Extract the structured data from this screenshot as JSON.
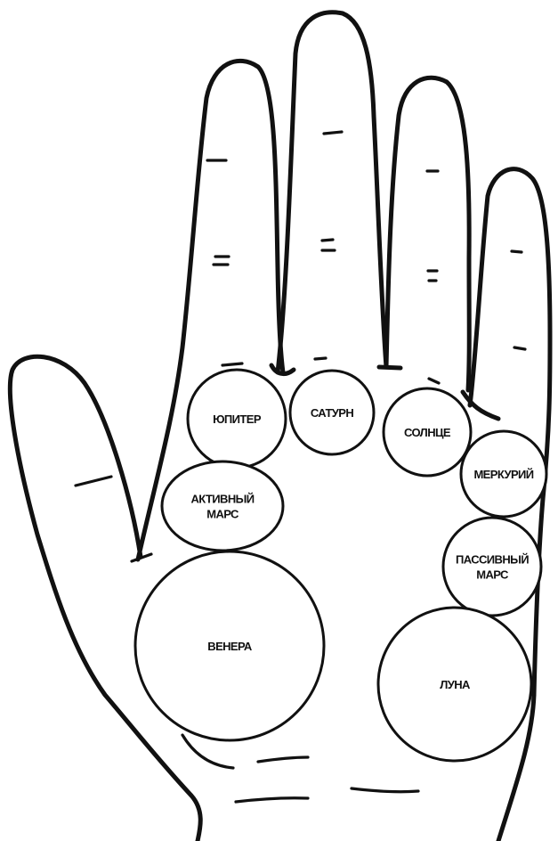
{
  "diagram": {
    "mounts": [
      {
        "id": "jupiter",
        "lines": [
          "ЮПИТЕР"
        ]
      },
      {
        "id": "saturn",
        "lines": [
          "САТУРН"
        ]
      },
      {
        "id": "sun",
        "lines": [
          "СОЛНЦЕ"
        ]
      },
      {
        "id": "mercury",
        "lines": [
          "МЕРКУРИЙ"
        ]
      },
      {
        "id": "active-mars",
        "lines": [
          "АКТИВНЫЙ",
          "МАРС"
        ]
      },
      {
        "id": "passive-mars",
        "lines": [
          "ПАССИВНЫЙ",
          "МАРС"
        ]
      },
      {
        "id": "venus",
        "lines": [
          "ВЕНЕРА"
        ]
      },
      {
        "id": "moon",
        "lines": [
          "ЛУНА"
        ]
      }
    ],
    "colors": {
      "ink": "#111111",
      "paper": "#ffffff"
    }
  }
}
